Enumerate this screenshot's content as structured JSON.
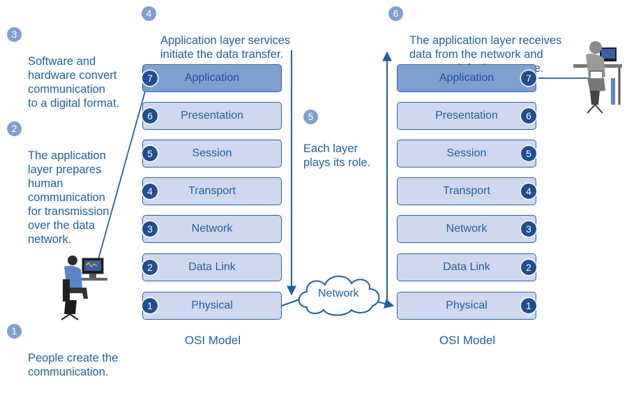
{
  "steps": [
    {
      "num": "1",
      "text": "People create the\ncommunication."
    },
    {
      "num": "2",
      "text": "The application\nlayer prepares\nhuman\ncommunication\nfor transmission\nover the data\nnetwork."
    },
    {
      "num": "3",
      "text": "Software and\nhardware convert\ncommunication\nto a digital format."
    },
    {
      "num": "4",
      "text": "Application layer services\ninitiate the data transfer."
    },
    {
      "num": "5",
      "text": "Each layer\nplays its role."
    },
    {
      "num": "6",
      "text": "The application layer receives\ndata from the network and\nprepares it for human use."
    }
  ],
  "left_model": {
    "caption": "OSI Model",
    "layers": [
      {
        "num": "7",
        "name": "Application"
      },
      {
        "num": "6",
        "name": "Presentation"
      },
      {
        "num": "5",
        "name": "Session"
      },
      {
        "num": "4",
        "name": "Transport"
      },
      {
        "num": "3",
        "name": "Network"
      },
      {
        "num": "2",
        "name": "Data Link"
      },
      {
        "num": "1",
        "name": "Physical"
      }
    ]
  },
  "right_model": {
    "caption": "OSI Model",
    "layers": [
      {
        "num": "7",
        "name": "Application"
      },
      {
        "num": "6",
        "name": "Presentation"
      },
      {
        "num": "5",
        "name": "Session"
      },
      {
        "num": "4",
        "name": "Transport"
      },
      {
        "num": "3",
        "name": "Network"
      },
      {
        "num": "2",
        "name": "Data Link"
      },
      {
        "num": "1",
        "name": "Physical"
      }
    ]
  },
  "network": {
    "label": "Network"
  },
  "colors": {
    "text_blue": "#1f5f9f",
    "layer_fill": "#cfd8ef",
    "layer_top_fill": "#7f9fcf",
    "layer_border": "#2f5f9f",
    "badge_dark": "#1f4f8f",
    "badge_light": "#7f9fcf"
  }
}
